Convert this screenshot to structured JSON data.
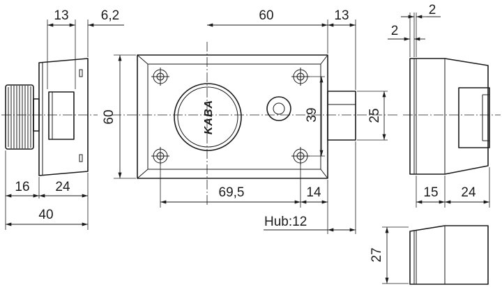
{
  "dimensions": {
    "side_left": {
      "knob_offset": "13",
      "cap": "6,2",
      "depth_front": "16",
      "depth_body": "24",
      "total_depth": "40"
    },
    "front": {
      "width": "60",
      "bolt_proj": "13",
      "height": "60",
      "hole_spacing_v": "39",
      "bolt_height": "25",
      "hole_spacing_h": "69,5",
      "hole_to_edge": "14",
      "hub": "Hub:12"
    },
    "side_right": {
      "gap_a": "2",
      "gap_b": "2",
      "front": "15",
      "body": "24"
    },
    "bottom": {
      "height": "27"
    }
  },
  "logo": {
    "brand": "KABA"
  }
}
